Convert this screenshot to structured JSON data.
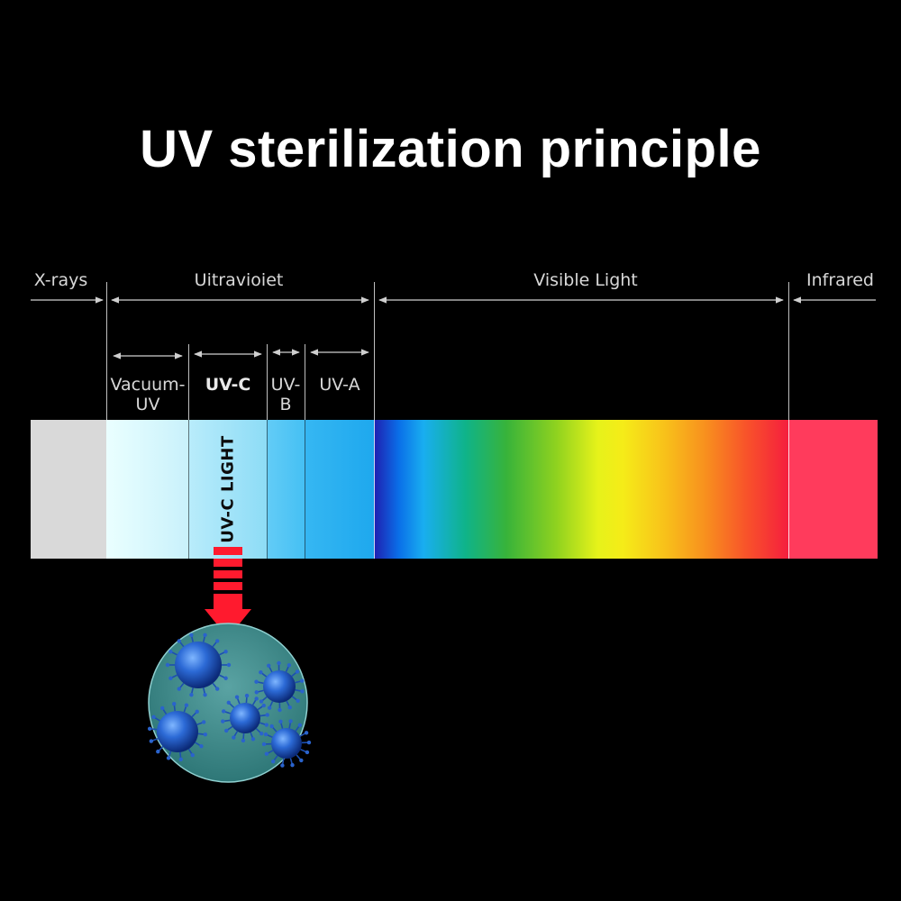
{
  "title": "UV sterilization principle",
  "regions": {
    "xrays": "X-rays",
    "ultraviolet": "Uitravioiet",
    "visible": "Visible Light",
    "infrared": "Infrared"
  },
  "uv_bands": {
    "vacuum_line1": "Vacuum-",
    "vacuum_line2": "UV",
    "uvc": "UV-C",
    "uvb_line1": "UV-",
    "uvb_line2": "B",
    "uva": "UV-A"
  },
  "uvc_light_label": "UV-C LIGHT",
  "colors": {
    "background": "#000000",
    "xray_band": "#d9d9d9",
    "infrared_band": "#ff3b5c",
    "arrow": "#ff1a2e",
    "virus": "#1f5fc8",
    "petri": "#3f8f8f"
  },
  "icons": {
    "arrow": "red-down-arrow",
    "viruses": "virus-icon"
  }
}
